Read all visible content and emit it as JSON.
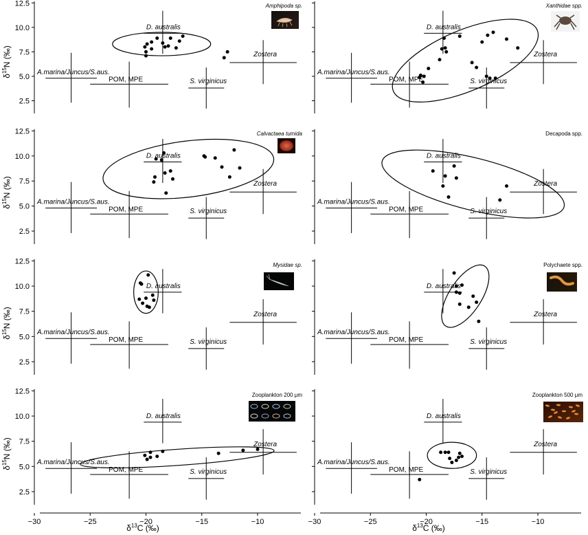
{
  "figure": {
    "x_axis_title": {
      "delta": "δ",
      "sup": "13",
      "rest": "C (‰)"
    },
    "y_axis_title": {
      "delta": "δ",
      "sup": "15",
      "rest": "N (‰)"
    }
  },
  "chart_data": {
    "type": "scatter",
    "xlim": [
      -30,
      -6
    ],
    "ylim": [
      1.2,
      12.8
    ],
    "xticks": [
      -30,
      -25,
      -20,
      -15,
      -10
    ],
    "yticks": [
      2.5,
      5.0,
      7.5,
      10.0,
      12.5
    ],
    "xtick_labels": [
      "−30",
      "−25",
      "−20",
      "−15",
      "−10"
    ],
    "ytick_labels": [
      "2.5",
      "5.0",
      "7.5",
      "10.0",
      "12.5"
    ],
    "xlabel": "δ13C (‰)",
    "ylabel": "δ15N (‰)",
    "grid": false,
    "sources": [
      {
        "name": "A.marina/Juncus/S.aus.",
        "italic": true,
        "mean": [
          -26.7,
          4.8
        ],
        "xerr": [
          -29.0,
          -24.4
        ],
        "yerr": [
          2.3,
          7.4
        ]
      },
      {
        "name": "POM, MPE",
        "italic": false,
        "mean": [
          -21.5,
          4.2
        ],
        "xerr": [
          -25.0,
          -18.0
        ],
        "yerr": [
          1.8,
          6.5
        ]
      },
      {
        "name": "D. australis",
        "italic": true,
        "mean": [
          -18.5,
          9.4
        ],
        "xerr": [
          -20.2,
          -16.8
        ],
        "yerr": [
          7.3,
          11.7
        ]
      },
      {
        "name": "S. virginicus",
        "italic": true,
        "mean": [
          -14.6,
          3.8
        ],
        "xerr": [
          -16.2,
          -13.0
        ],
        "yerr": [
          1.7,
          5.9
        ]
      },
      {
        "name": "Zostera",
        "italic": true,
        "mean": [
          -9.5,
          6.4
        ],
        "xerr": [
          -12.5,
          -6.5
        ],
        "yerr": [
          4.2,
          8.7
        ]
      }
    ],
    "panels": [
      {
        "taxon": "Amphipoda sp.",
        "taxon_italic": true,
        "points": [
          [
            -20,
            7.1
          ],
          [
            -20,
            7.5
          ],
          [
            -20.1,
            8.0
          ],
          [
            -19.9,
            8.3
          ],
          [
            -19.5,
            7.8
          ],
          [
            -19.5,
            8.5
          ],
          [
            -19,
            8.9
          ],
          [
            -18.5,
            8.4
          ],
          [
            -18.3,
            8.0
          ],
          [
            -18,
            8.1
          ],
          [
            -17.8,
            8.9
          ],
          [
            -17.3,
            7.9
          ],
          [
            -17,
            8.6
          ],
          [
            -16.7,
            9.1
          ],
          [
            -13,
            6.9
          ],
          [
            -12.7,
            7.5
          ]
        ],
        "ellipse": {
          "cx": -18.6,
          "cy": 8.3,
          "rx": 4.4,
          "ry": 1.2,
          "angle": 0
        }
      },
      {
        "taxon": "Xanthidae spp.",
        "taxon_italic": true,
        "points": [
          [
            -20.6,
            4.9
          ],
          [
            -20.5,
            5.1
          ],
          [
            -20.3,
            4.4
          ],
          [
            -20.2,
            5.0
          ],
          [
            -19.8,
            5.8
          ],
          [
            -18.8,
            6.7
          ],
          [
            -18.6,
            7.8
          ],
          [
            -18.4,
            8.9
          ],
          [
            -18.3,
            7.9
          ],
          [
            -18.2,
            7.5
          ],
          [
            -17,
            9.1
          ],
          [
            -15.9,
            6.4
          ],
          [
            -15.5,
            5.9
          ],
          [
            -15,
            8.5
          ],
          [
            -14.6,
            5.0
          ],
          [
            -14.5,
            9.2
          ],
          [
            -14.3,
            4.8
          ],
          [
            -14,
            9.5
          ],
          [
            -13.8,
            4.8
          ],
          [
            -12.8,
            8.8
          ],
          [
            -11.8,
            7.9
          ]
        ],
        "ellipse": {
          "cx": -16.5,
          "cy": 6.6,
          "rx": 7.0,
          "ry": 3.1,
          "angle": 23
        }
      },
      {
        "taxon": "Calvactaea tumida",
        "taxon_italic": true,
        "points": [
          [
            -19.3,
            7.4
          ],
          [
            -19.2,
            7.9
          ],
          [
            -19.1,
            9.7
          ],
          [
            -18.6,
            9.6
          ],
          [
            -18.4,
            10.3
          ],
          [
            -18.3,
            8.3
          ],
          [
            -18.2,
            6.3
          ],
          [
            -17.8,
            8.5
          ],
          [
            -17.6,
            7.7
          ],
          [
            -14.8,
            10.0
          ],
          [
            -14.7,
            9.9
          ],
          [
            -13.8,
            9.8
          ],
          [
            -13.2,
            8.9
          ],
          [
            -12.5,
            7.9
          ],
          [
            -12.1,
            10.6
          ],
          [
            -11.6,
            8.8
          ]
        ],
        "ellipse": {
          "cx": -16.2,
          "cy": 8.7,
          "rx": 7.7,
          "ry": 2.8,
          "angle": 7
        }
      },
      {
        "taxon": "Decapoda spp.",
        "taxon_italic": false,
        "points": [
          [
            -19.4,
            8.5
          ],
          [
            -18.5,
            7.0
          ],
          [
            -18.3,
            8.0
          ],
          [
            -18,
            5.9
          ],
          [
            -17.5,
            9.0
          ],
          [
            -17.3,
            7.8
          ],
          [
            -13.4,
            5.6
          ],
          [
            -12.8,
            7.0
          ]
        ],
        "ellipse": {
          "cx": -15.8,
          "cy": 7.2,
          "rx": 8.4,
          "ry": 2.6,
          "angle": -14
        }
      },
      {
        "taxon": "Mysidae sp.",
        "taxon_italic": true,
        "points": [
          [
            -20.5,
            10.3
          ],
          [
            -20.4,
            10.2
          ],
          [
            -20.6,
            8.7
          ],
          [
            -20.3,
            8.3
          ],
          [
            -20.0,
            8.8
          ],
          [
            -19.9,
            8.0
          ],
          [
            -19.8,
            11.1
          ],
          [
            -19.7,
            7.9
          ],
          [
            -19.4,
            9.1
          ],
          [
            -19.3,
            8.6
          ]
        ],
        "ellipse": {
          "cx": -20.0,
          "cy": 9.4,
          "rx": 1.1,
          "ry": 2.1,
          "angle": 0
        }
      },
      {
        "taxon": "Polychaete spp.",
        "taxon_italic": false,
        "points": [
          [
            -17.5,
            11.3
          ],
          [
            -17.3,
            9.4
          ],
          [
            -17.3,
            10.0
          ],
          [
            -17.0,
            9.3
          ],
          [
            -17.0,
            8.2
          ],
          [
            -16.8,
            10.1
          ],
          [
            -16.2,
            7.9
          ],
          [
            -15.8,
            9.0
          ],
          [
            -15.5,
            8.4
          ],
          [
            -15.3,
            6.5
          ]
        ],
        "ellipse": {
          "cx": -16.5,
          "cy": 9.0,
          "rx": 3.2,
          "ry": 1.6,
          "angle": 57
        }
      },
      {
        "taxon": "Zooplankton 200 μm",
        "taxon_italic": false,
        "points": [
          [
            -20.1,
            6.1
          ],
          [
            -19.9,
            5.7
          ],
          [
            -19.6,
            5.9
          ],
          [
            -19.6,
            6.4
          ],
          [
            -19.0,
            6.0
          ],
          [
            -18.5,
            6.5
          ],
          [
            -13.5,
            6.3
          ],
          [
            -11.3,
            6.6
          ],
          [
            -10,
            6.7
          ]
        ],
        "ellipse": {
          "cx": -17.2,
          "cy": 5.9,
          "rx": 8.7,
          "ry": 0.8,
          "angle": 4
        }
      },
      {
        "taxon": "Zooplankton 500 μm",
        "taxon_italic": false,
        "points": [
          [
            -18.7,
            6.4
          ],
          [
            -18.3,
            6.4
          ],
          [
            -18.0,
            6.4
          ],
          [
            -17.9,
            5.8
          ],
          [
            -17.7,
            5.4
          ],
          [
            -17.3,
            5.6
          ],
          [
            -17.0,
            6.3
          ],
          [
            -16.8,
            6.0
          ],
          [
            -20.6,
            3.7
          ],
          [
            -17.1,
            5.9
          ]
        ],
        "ellipse": {
          "cx": -17.7,
          "cy": 6.1,
          "rx": 2.2,
          "ry": 1.3,
          "angle": 0
        }
      }
    ]
  }
}
